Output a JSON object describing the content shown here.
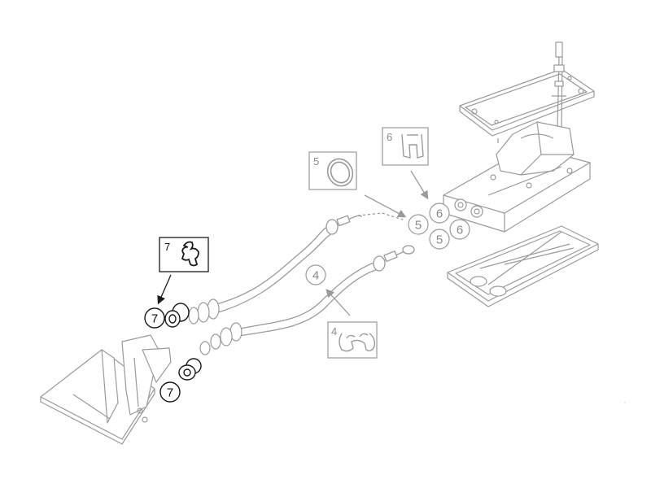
{
  "diagram": {
    "colors": {
      "line_light": "#9a9a9a",
      "line_dark": "#1a1a1a",
      "text_light": "#8a8a8a",
      "text_dark": "#111111",
      "fill": "#ffffff"
    },
    "callouts": {
      "c5a": "5",
      "c6a": "6",
      "c5b": "5",
      "c6b": "6",
      "c4": "4",
      "c7a": "7",
      "c7b": "7"
    },
    "label_boxes": {
      "box5": "5",
      "box6": "6",
      "box4": "4",
      "box7": "7"
    }
  }
}
